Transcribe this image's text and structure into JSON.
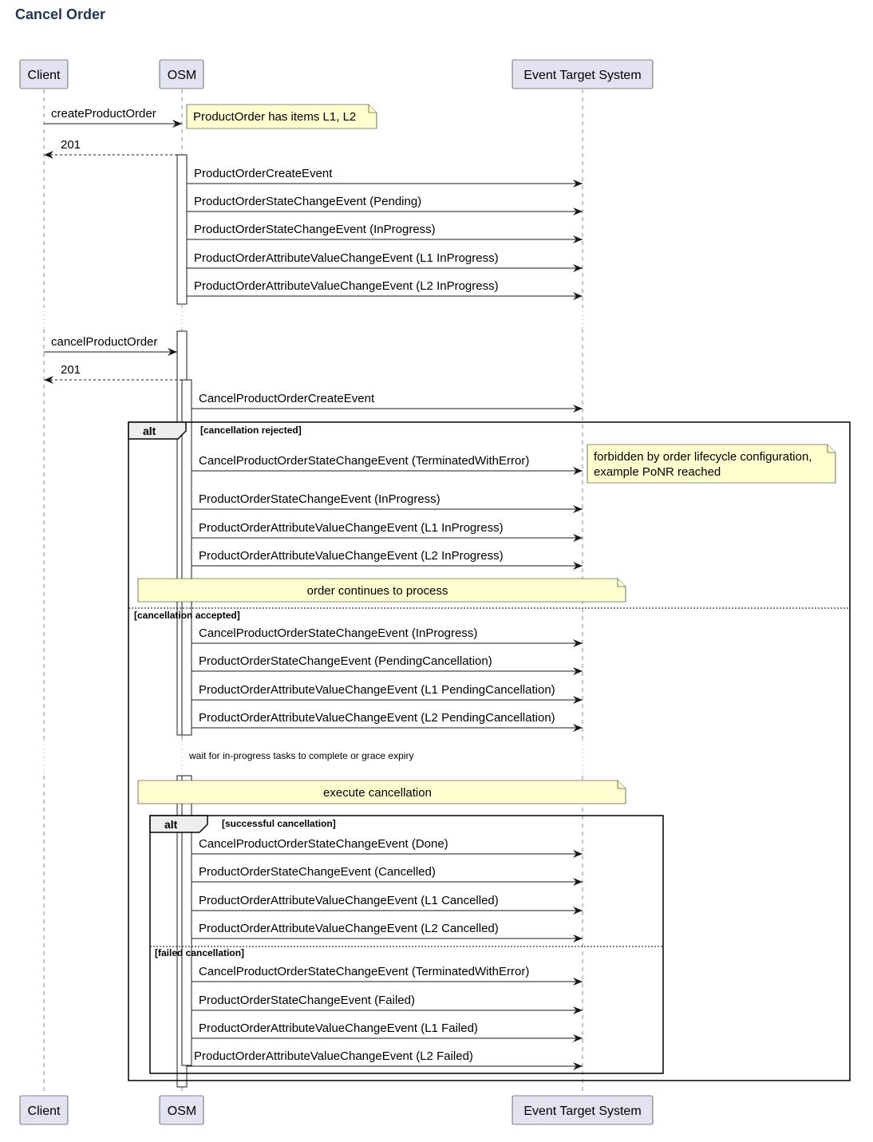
{
  "title": "Cancel Order",
  "participants": [
    {
      "id": "client",
      "name": "Client"
    },
    {
      "id": "osm",
      "name": "OSM"
    },
    {
      "id": "ets",
      "name": "Event Target System"
    }
  ],
  "messages": [
    {
      "id": "m1",
      "label": "createProductOrder",
      "from": "client",
      "to": "osm"
    },
    {
      "id": "m2",
      "label": "201",
      "from": "osm",
      "to": "client",
      "dashed": true
    },
    {
      "id": "m3",
      "label": "ProductOrderCreateEvent",
      "from": "osm",
      "to": "ets"
    },
    {
      "id": "m4",
      "label": "ProductOrderStateChangeEvent (Pending)",
      "from": "osm",
      "to": "ets"
    },
    {
      "id": "m5",
      "label": "ProductOrderStateChangeEvent (InProgress)",
      "from": "osm",
      "to": "ets"
    },
    {
      "id": "m6",
      "label": "ProductOrderAttributeValueChangeEvent (L1 InProgress)",
      "from": "osm",
      "to": "ets"
    },
    {
      "id": "m7",
      "label": "ProductOrderAttributeValueChangeEvent (L2 InProgress)",
      "from": "osm",
      "to": "ets"
    },
    {
      "id": "m8",
      "label": "cancelProductOrder",
      "from": "client",
      "to": "osm"
    },
    {
      "id": "m9",
      "label": "201",
      "from": "osm",
      "to": "client",
      "dashed": true
    },
    {
      "id": "m10",
      "label": "CancelProductOrderCreateEvent",
      "from": "osm",
      "to": "ets"
    },
    {
      "id": "m11",
      "label": "CancelProductOrderStateChangeEvent (TerminatedWithError)",
      "from": "osm",
      "to": "ets"
    },
    {
      "id": "m12",
      "label": "ProductOrderStateChangeEvent (InProgress)",
      "from": "osm",
      "to": "ets"
    },
    {
      "id": "m13",
      "label": "ProductOrderAttributeValueChangeEvent (L1 InProgress)",
      "from": "osm",
      "to": "ets"
    },
    {
      "id": "m14",
      "label": "ProductOrderAttributeValueChangeEvent (L2 InProgress)",
      "from": "osm",
      "to": "ets"
    },
    {
      "id": "m15",
      "label": "CancelProductOrderStateChangeEvent (InProgress)",
      "from": "osm",
      "to": "ets"
    },
    {
      "id": "m16",
      "label": "ProductOrderStateChangeEvent (PendingCancellation)",
      "from": "osm",
      "to": "ets"
    },
    {
      "id": "m17",
      "label": "ProductOrderAttributeValueChangeEvent (L1 PendingCancellation)",
      "from": "osm",
      "to": "ets"
    },
    {
      "id": "m18",
      "label": "ProductOrderAttributeValueChangeEvent (L2 PendingCancellation)",
      "from": "osm",
      "to": "ets"
    },
    {
      "id": "m19",
      "label": "CancelProductOrderStateChangeEvent (Done)",
      "from": "osm",
      "to": "ets"
    },
    {
      "id": "m20",
      "label": "ProductOrderStateChangeEvent (Cancelled)",
      "from": "osm",
      "to": "ets"
    },
    {
      "id": "m21",
      "label": "ProductOrderAttributeValueChangeEvent (L1 Cancelled)",
      "from": "osm",
      "to": "ets"
    },
    {
      "id": "m22",
      "label": "ProductOrderAttributeValueChangeEvent (L2 Cancelled)",
      "from": "osm",
      "to": "ets"
    },
    {
      "id": "m23",
      "label": "CancelProductOrderStateChangeEvent (TerminatedWithError)",
      "from": "osm",
      "to": "ets"
    },
    {
      "id": "m24",
      "label": "ProductOrderStateChangeEvent (Failed)",
      "from": "osm",
      "to": "ets"
    },
    {
      "id": "m25",
      "label": "ProductOrderAttributeValueChangeEvent (L1 Failed)",
      "from": "osm",
      "to": "ets"
    },
    {
      "id": "m26",
      "label": "ProductOrderAttributeValueChangeEvent (L2 Failed)",
      "from": "osm",
      "to": "ets"
    }
  ],
  "notes": {
    "items": "ProductOrder has items L1, L2",
    "forbidden_line1": "forbidden by order lifecycle configuration,",
    "forbidden_line2": "example PoNR reached",
    "continues": "order continues to process",
    "execute": "execute cancellation"
  },
  "delay": "wait for in-progress tasks to complete or grace expiry",
  "fragments": {
    "outer": {
      "keyword": "alt",
      "guard1": "[cancellation rejected]",
      "guard2": "[cancellation accepted]"
    },
    "inner": {
      "keyword": "alt",
      "guard1": "[successful cancellation]",
      "guard2": "[failed cancellation]"
    }
  }
}
